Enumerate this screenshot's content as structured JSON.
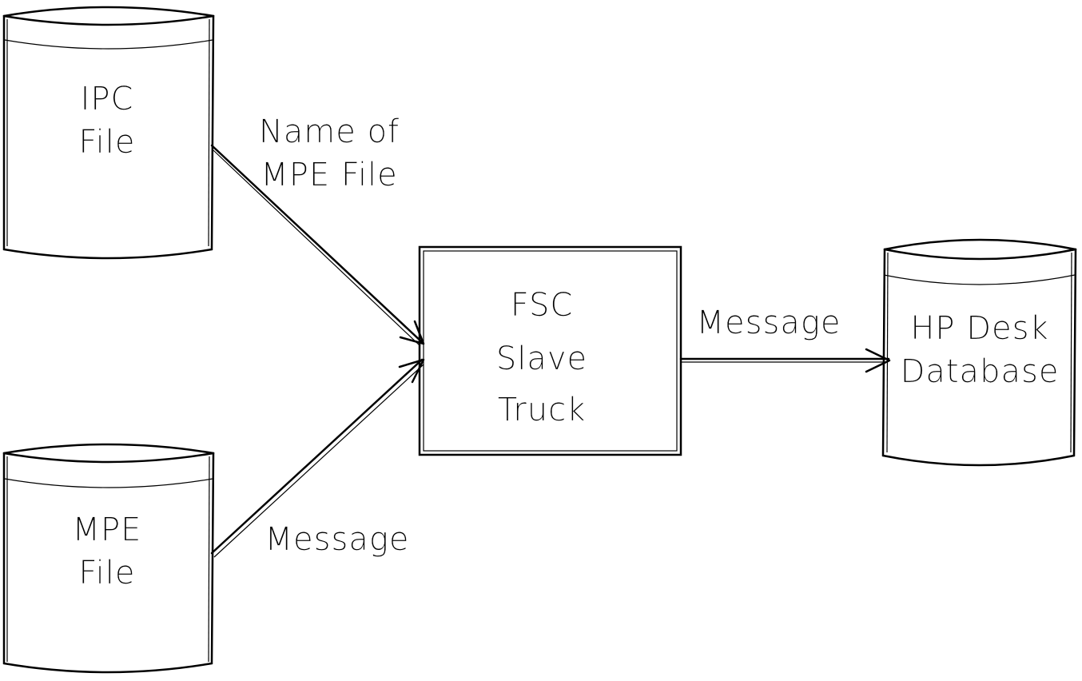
{
  "nodes": {
    "ipc_file": {
      "line1": "IPC",
      "line2": "File"
    },
    "mpe_file": {
      "line1": "MPE",
      "line2": "File"
    },
    "fsc_slave_truck": {
      "line1": "FSC",
      "line2": "Slave",
      "line3": "Truck"
    },
    "hp_desk_database": {
      "line1": "HP Desk",
      "line2": "Database"
    }
  },
  "edges": {
    "ipc_to_fsc": {
      "line1": "Name of",
      "line2": "MPE File"
    },
    "mpe_to_fsc": {
      "label": "Message"
    },
    "fsc_to_hp": {
      "label": "Message"
    }
  },
  "colors": {
    "stroke": "#000000",
    "background": "#ffffff"
  }
}
